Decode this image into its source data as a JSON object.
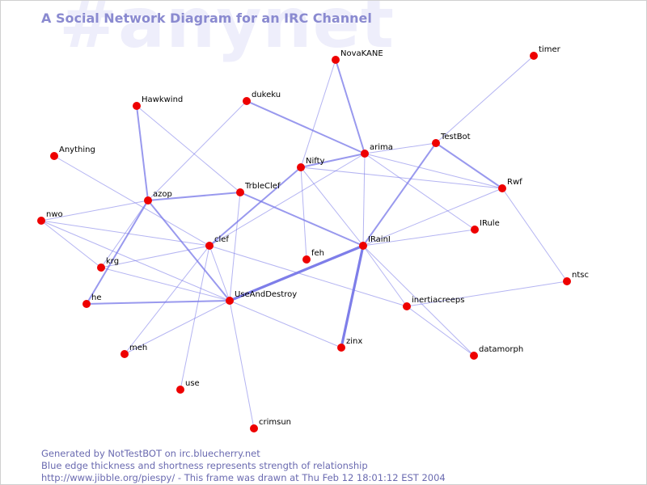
{
  "watermark": "#anynet",
  "title": "A Social Network Diagram for an IRC Channel",
  "footer": {
    "line1": "Generated by NotTestBOT on irc.bluecherry.net",
    "line2": "Blue edge thickness and shortness represents strength of relationship",
    "line3": "http://www.jibble.org/piespy/ - This frame was drawn at Thu Feb 12 18:01:12 EST 2004"
  },
  "colors": {
    "node": "#ee0000",
    "edge": "#7777e8",
    "title": "#8a8ad0",
    "watermark": "#eeeefb"
  },
  "nodes": [
    {
      "id": "NovaKANE"
    },
    {
      "id": "timer"
    },
    {
      "id": "Hawkwind"
    },
    {
      "id": "dukeku"
    },
    {
      "id": "TestBot"
    },
    {
      "id": "Anything"
    },
    {
      "id": "arima"
    },
    {
      "id": "Nifty"
    },
    {
      "id": "Rwf"
    },
    {
      "id": "TrbleClef"
    },
    {
      "id": "azop"
    },
    {
      "id": "nwo"
    },
    {
      "id": "IRule"
    },
    {
      "id": "clef"
    },
    {
      "id": "IRainI"
    },
    {
      "id": "feh"
    },
    {
      "id": "krg"
    },
    {
      "id": "ntsc"
    },
    {
      "id": "UseAndDestroy"
    },
    {
      "id": "he"
    },
    {
      "id": "inertiacreeps"
    },
    {
      "id": "zinx"
    },
    {
      "id": "meh"
    },
    {
      "id": "datamorph"
    },
    {
      "id": "use"
    },
    {
      "id": "crimsun"
    }
  ],
  "edges": [
    {
      "source": "NovaKANE",
      "target": "arima",
      "strength": 2
    },
    {
      "source": "NovaKANE",
      "target": "Nifty",
      "strength": 1
    },
    {
      "source": "timer",
      "target": "TestBot",
      "strength": 1
    },
    {
      "source": "Hawkwind",
      "target": "azop",
      "strength": 2
    },
    {
      "source": "Hawkwind",
      "target": "TrbleClef",
      "strength": 1
    },
    {
      "source": "dukeku",
      "target": "arima",
      "strength": 2
    },
    {
      "source": "dukeku",
      "target": "azop",
      "strength": 1
    },
    {
      "source": "TestBot",
      "target": "arima",
      "strength": 1
    },
    {
      "source": "TestBot",
      "target": "Rwf",
      "strength": 2
    },
    {
      "source": "TestBot",
      "target": "IRainI",
      "strength": 2
    },
    {
      "source": "Anything",
      "target": "clef",
      "strength": 1
    },
    {
      "source": "arima",
      "target": "Nifty",
      "strength": 2
    },
    {
      "source": "arima",
      "target": "Rwf",
      "strength": 1
    },
    {
      "source": "arima",
      "target": "IRule",
      "strength": 1
    },
    {
      "source": "arima",
      "target": "IRainI",
      "strength": 1
    },
    {
      "source": "arima",
      "target": "clef",
      "strength": 1
    },
    {
      "source": "Nifty",
      "target": "clef",
      "strength": 2
    },
    {
      "source": "Nifty",
      "target": "feh",
      "strength": 1
    },
    {
      "source": "Nifty",
      "target": "IRainI",
      "strength": 1
    },
    {
      "source": "Nifty",
      "target": "Rwf",
      "strength": 1
    },
    {
      "source": "Rwf",
      "target": "IRainI",
      "strength": 1
    },
    {
      "source": "Rwf",
      "target": "ntsc",
      "strength": 1
    },
    {
      "source": "TrbleClef",
      "target": "azop",
      "strength": 2
    },
    {
      "source": "TrbleClef",
      "target": "IRainI",
      "strength": 2
    },
    {
      "source": "TrbleClef",
      "target": "UseAndDestroy",
      "strength": 1
    },
    {
      "source": "azop",
      "target": "krg",
      "strength": 1
    },
    {
      "source": "azop",
      "target": "he",
      "strength": 2
    },
    {
      "source": "azop",
      "target": "UseAndDestroy",
      "strength": 2
    },
    {
      "source": "nwo",
      "target": "azop",
      "strength": 1
    },
    {
      "source": "nwo",
      "target": "clef",
      "strength": 1
    },
    {
      "source": "nwo",
      "target": "krg",
      "strength": 1
    },
    {
      "source": "nwo",
      "target": "UseAndDestroy",
      "strength": 1
    },
    {
      "source": "IRule",
      "target": "IRainI",
      "strength": 1
    },
    {
      "source": "clef",
      "target": "krg",
      "strength": 1
    },
    {
      "source": "clef",
      "target": "inertiacreeps",
      "strength": 1
    },
    {
      "source": "clef",
      "target": "meh",
      "strength": 1
    },
    {
      "source": "clef",
      "target": "use",
      "strength": 1
    },
    {
      "source": "clef",
      "target": "UseAndDestroy",
      "strength": 1
    },
    {
      "source": "IRainI",
      "target": "UseAndDestroy",
      "strength": 3
    },
    {
      "source": "IRainI",
      "target": "zinx",
      "strength": 3
    },
    {
      "source": "IRainI",
      "target": "inertiacreeps",
      "strength": 1
    },
    {
      "source": "IRainI",
      "target": "datamorph",
      "strength": 1
    },
    {
      "source": "krg",
      "target": "UseAndDestroy",
      "strength": 1
    },
    {
      "source": "UseAndDestroy",
      "target": "he",
      "strength": 2
    },
    {
      "source": "UseAndDestroy",
      "target": "zinx",
      "strength": 1
    },
    {
      "source": "UseAndDestroy",
      "target": "crimsun",
      "strength": 1
    },
    {
      "source": "UseAndDestroy",
      "target": "meh",
      "strength": 1
    },
    {
      "source": "inertiacreeps",
      "target": "ntsc",
      "strength": 1
    },
    {
      "source": "inertiacreeps",
      "target": "datamorph",
      "strength": 1
    }
  ]
}
